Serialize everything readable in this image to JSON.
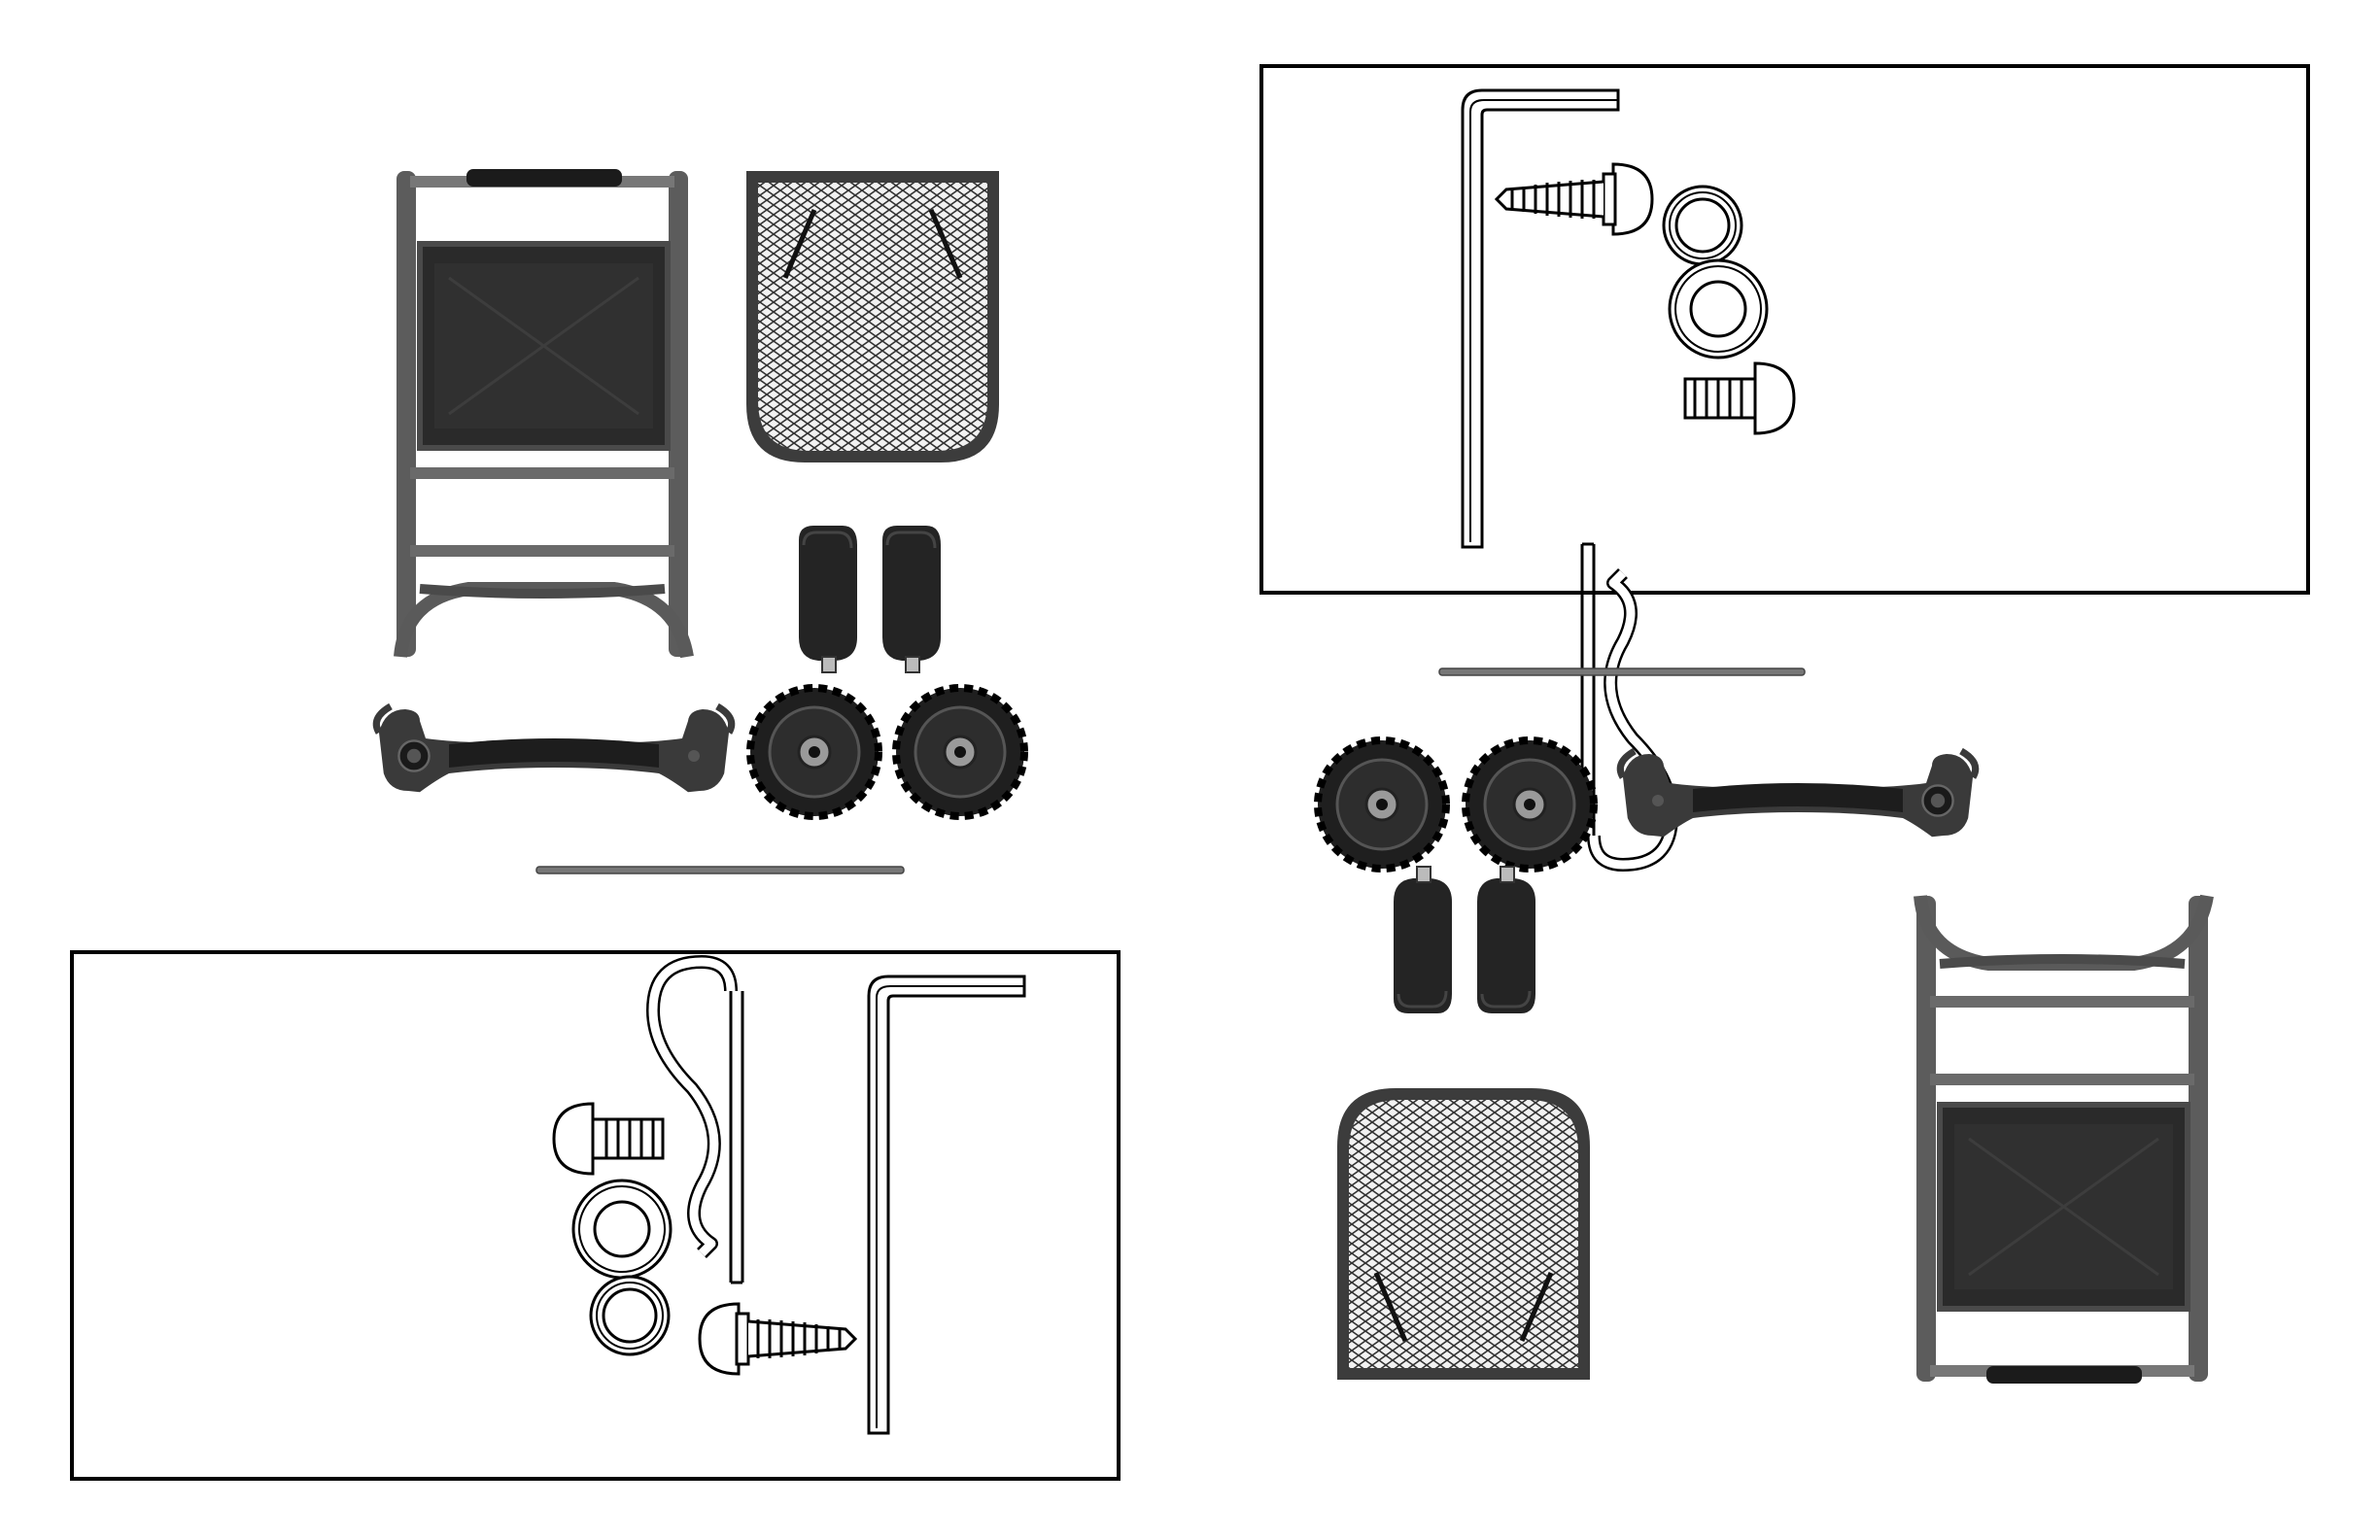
{
  "title": "",
  "colors": {
    "paper": "#ffffff",
    "ink": "#111111",
    "metal": "#5a5a5a",
    "metal_light": "#8a8a8a",
    "plastic": "#2b2b2b",
    "mesh": "#d8d8d8"
  },
  "left_layout": {
    "parts": [
      "frame",
      "mesh-basket",
      "wheel-brackets",
      "axle-housing",
      "wheel",
      "wheel",
      "axle-rod"
    ]
  },
  "left_hardware_box": {
    "parts": [
      "hitch-pin",
      "allen-wrench",
      "button-head-bolt",
      "washer",
      "washer",
      "tapping-screw"
    ]
  },
  "right_hardware_box": {
    "parts": [
      "allen-wrench",
      "tapping-screw",
      "washer",
      "hitch-pin",
      "washer",
      "button-head-bolt"
    ]
  },
  "right_layout": {
    "parts": [
      "axle-rod",
      "wheel",
      "wheel",
      "axle-housing",
      "wheel-brackets",
      "frame",
      "mesh-basket"
    ]
  }
}
